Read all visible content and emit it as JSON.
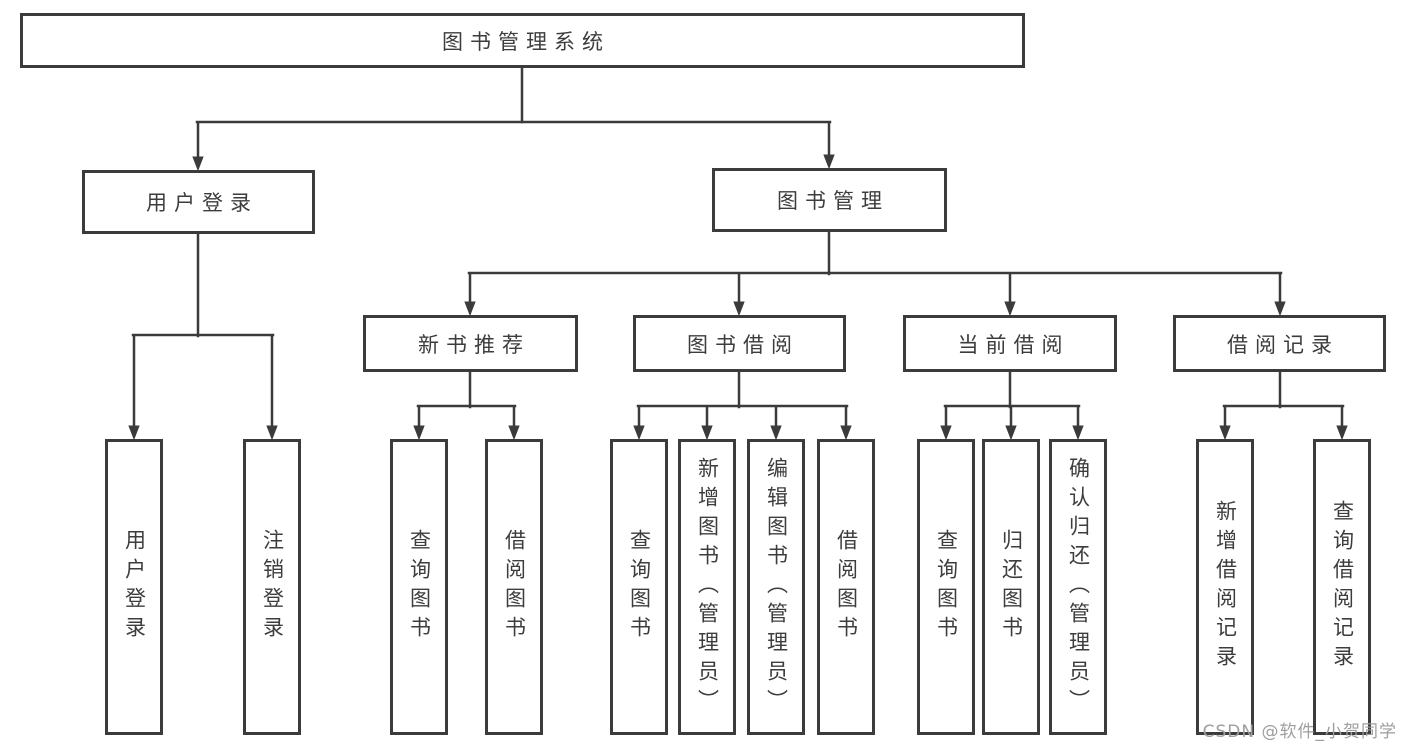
{
  "diagram": {
    "root": {
      "label": "图书管理系统"
    },
    "branches": [
      {
        "label": "用户登录",
        "children": [
          {
            "label": "用户登录"
          },
          {
            "label": "注销登录"
          }
        ]
      },
      {
        "label": "图书管理",
        "children": [
          {
            "label": "新书推荐",
            "children": [
              {
                "label": "查询图书"
              },
              {
                "label": "借阅图书"
              }
            ]
          },
          {
            "label": "图书借阅",
            "children": [
              {
                "label": "查询图书"
              },
              {
                "label": "新增图书（管理员）"
              },
              {
                "label": "编辑图书（管理员）"
              },
              {
                "label": "借阅图书"
              }
            ]
          },
          {
            "label": "当前借阅",
            "children": [
              {
                "label": "查询图书"
              },
              {
                "label": "归还图书"
              },
              {
                "label": "确认归还（管理员）"
              }
            ]
          },
          {
            "label": "借阅记录",
            "children": [
              {
                "label": "新增借阅记录"
              },
              {
                "label": "查询借阅记录"
              }
            ]
          }
        ]
      }
    ]
  },
  "watermark": {
    "text": "CSDN @软件_小贺同学"
  },
  "colors": {
    "line": "#3b3b3b",
    "text": "#3d3d3d",
    "background": "#ffffff",
    "watermark": "#9e9e9e"
  }
}
